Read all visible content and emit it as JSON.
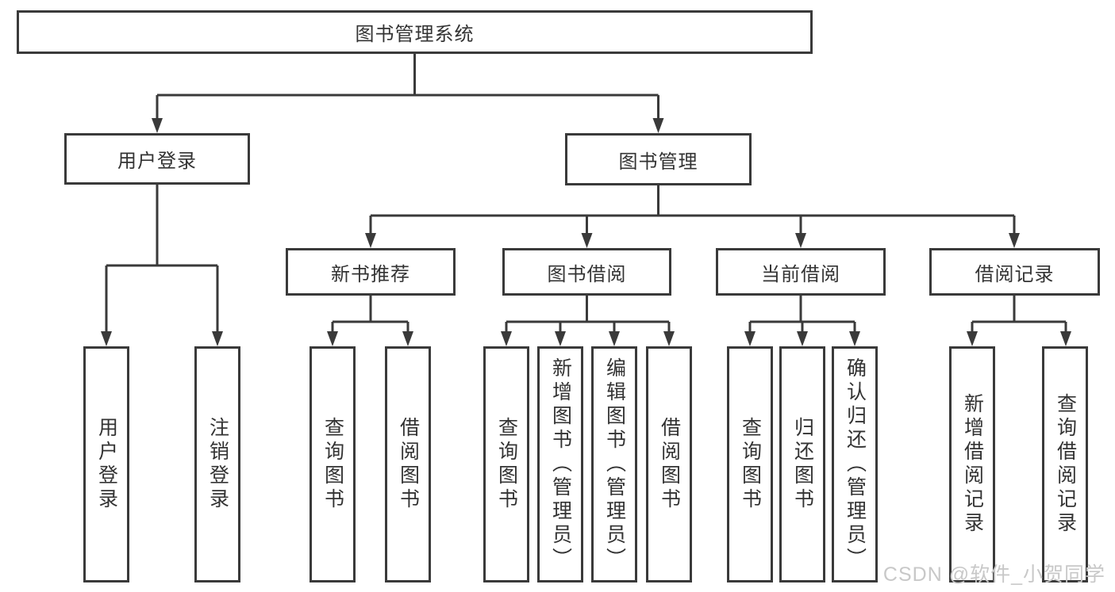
{
  "diagram": {
    "root": {
      "label": "图书管理系统"
    },
    "branches": [
      {
        "label": "用户登录",
        "children": [
          {
            "label": "用户登录"
          },
          {
            "label": "注销登录"
          }
        ]
      },
      {
        "label": "图书管理",
        "children": [
          {
            "label": "新书推荐",
            "children": [
              {
                "label": "查询图书"
              },
              {
                "label": "借阅图书"
              }
            ]
          },
          {
            "label": "图书借阅",
            "children": [
              {
                "label": "查询图书"
              },
              {
                "label": "新增图书（管理员）"
              },
              {
                "label": "编辑图书（管理员）"
              },
              {
                "label": "借阅图书"
              }
            ]
          },
          {
            "label": "当前借阅",
            "children": [
              {
                "label": "查询图书"
              },
              {
                "label": "归还图书"
              },
              {
                "label": "确认归还（管理员）"
              }
            ]
          },
          {
            "label": "借阅记录",
            "children": [
              {
                "label": "新增借阅记录"
              },
              {
                "label": "查询借阅记录"
              }
            ]
          }
        ]
      }
    ]
  },
  "watermark": {
    "text": "CSDN @软件_小贺同学"
  },
  "colors": {
    "line": "#3a3a3a",
    "text": "#333333",
    "watermark": "#c8c8c8",
    "background": "#ffffff"
  }
}
